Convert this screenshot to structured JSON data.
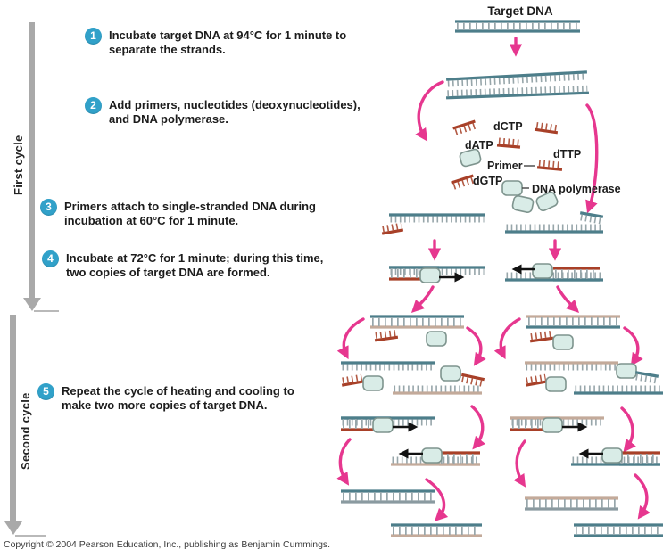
{
  "steps": [
    {
      "num": "1",
      "lines": [
        "Incubate target DNA at 94°C for 1 minute to",
        "separate the strands."
      ]
    },
    {
      "num": "2",
      "lines": [
        "Add primers, nucleotides (deoxynucleotides),",
        "and DNA polymerase."
      ]
    },
    {
      "num": "3",
      "lines": [
        "Primers attach to single-stranded DNA during",
        "incubation at 60°C for 1 minute."
      ]
    },
    {
      "num": "4",
      "lines": [
        "Incubate at 72°C for 1 minute; during this time,",
        "two copies of target DNA are formed."
      ]
    },
    {
      "num": "5",
      "lines": [
        "Repeat the cycle of heating and cooling to",
        "make two more copies of target DNA."
      ]
    }
  ],
  "cycle_labels": {
    "first": "First cycle",
    "second": "Second cycle"
  },
  "diagram": {
    "target_dna": "Target DNA",
    "reagents": {
      "dctp": "dCTP",
      "datp": "dATP",
      "dttp": "dTTP",
      "dgtp": "dGTP",
      "primer": "Primer",
      "polymerase": "DNA polymerase"
    }
  },
  "footer": {
    "copyright": "Copyright © 2004 Pearson Education, Inc., publishing as Benjamin Cummings."
  },
  "colors": {
    "step_badge": "#31a1c9",
    "magenta": "#e6378f",
    "teal": "#4d7e8a",
    "tan": "#c3aa9a",
    "red": "#a84028",
    "red2": "#b25a44",
    "gray": "#97a6aa",
    "gray2": "#8a9aa0",
    "blob": "#d9ece7",
    "blob_stroke": "#7e948e",
    "cycle_arrow": "#a9a9a9",
    "text": "#231f20"
  }
}
